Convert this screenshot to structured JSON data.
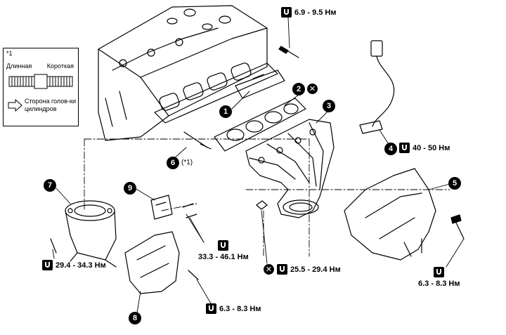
{
  "legend": {
    "asterisk_label": "*1",
    "long_label": "Длинная",
    "short_label": "Короткая",
    "side_label": "Сторона голов-ки цилиндров"
  },
  "callouts": [
    {
      "id": "1",
      "name": "callout-1"
    },
    {
      "id": "2",
      "name": "callout-2"
    },
    {
      "id": "3",
      "name": "callout-3"
    },
    {
      "id": "4",
      "name": "callout-4"
    },
    {
      "id": "5",
      "name": "callout-5"
    },
    {
      "id": "6",
      "name": "callout-6"
    },
    {
      "id": "7",
      "name": "callout-7"
    },
    {
      "id": "8",
      "name": "callout-8"
    },
    {
      "id": "9",
      "name": "callout-9"
    }
  ],
  "part6_suffix": "(*1)",
  "torques": {
    "top_bolt": "6.9 - 9.5 Нм",
    "oxygen_sensor": "40 - 50 Нм",
    "right_cover": "6.3 - 8.3 Нм",
    "converter_nuts": "25.5 - 29.4 Нм",
    "bracket_bolts": "33.3 - 46.1 Нм",
    "left_bolt": "29.4 - 34.3 Нм",
    "lower_cover": "6.3 - 8.3 Нм"
  },
  "colors": {
    "ink": "#000000",
    "paper": "#ffffff"
  }
}
